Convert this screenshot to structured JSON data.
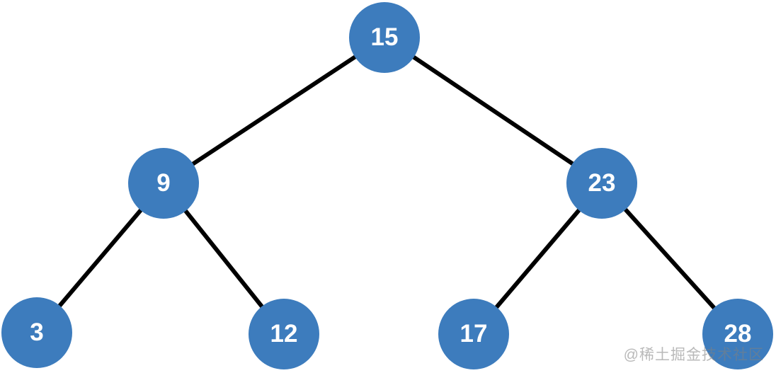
{
  "diagram": {
    "type": "binary-search-tree",
    "node_fill_color": "#3d7cbd",
    "node_text_color": "#ffffff",
    "edge_color": "#000000",
    "background_color": "#ffffff",
    "nodes": [
      {
        "id": "n15",
        "value": "15"
      },
      {
        "id": "n9",
        "value": "9"
      },
      {
        "id": "n23",
        "value": "23"
      },
      {
        "id": "n3",
        "value": "3"
      },
      {
        "id": "n12",
        "value": "12"
      },
      {
        "id": "n17",
        "value": "17"
      },
      {
        "id": "n28",
        "value": "28"
      }
    ],
    "edges": [
      [
        "n15",
        "n9"
      ],
      [
        "n15",
        "n23"
      ],
      [
        "n9",
        "n3"
      ],
      [
        "n9",
        "n12"
      ],
      [
        "n23",
        "n17"
      ],
      [
        "n23",
        "n28"
      ]
    ]
  },
  "watermark": "@稀土掘金技术社区"
}
